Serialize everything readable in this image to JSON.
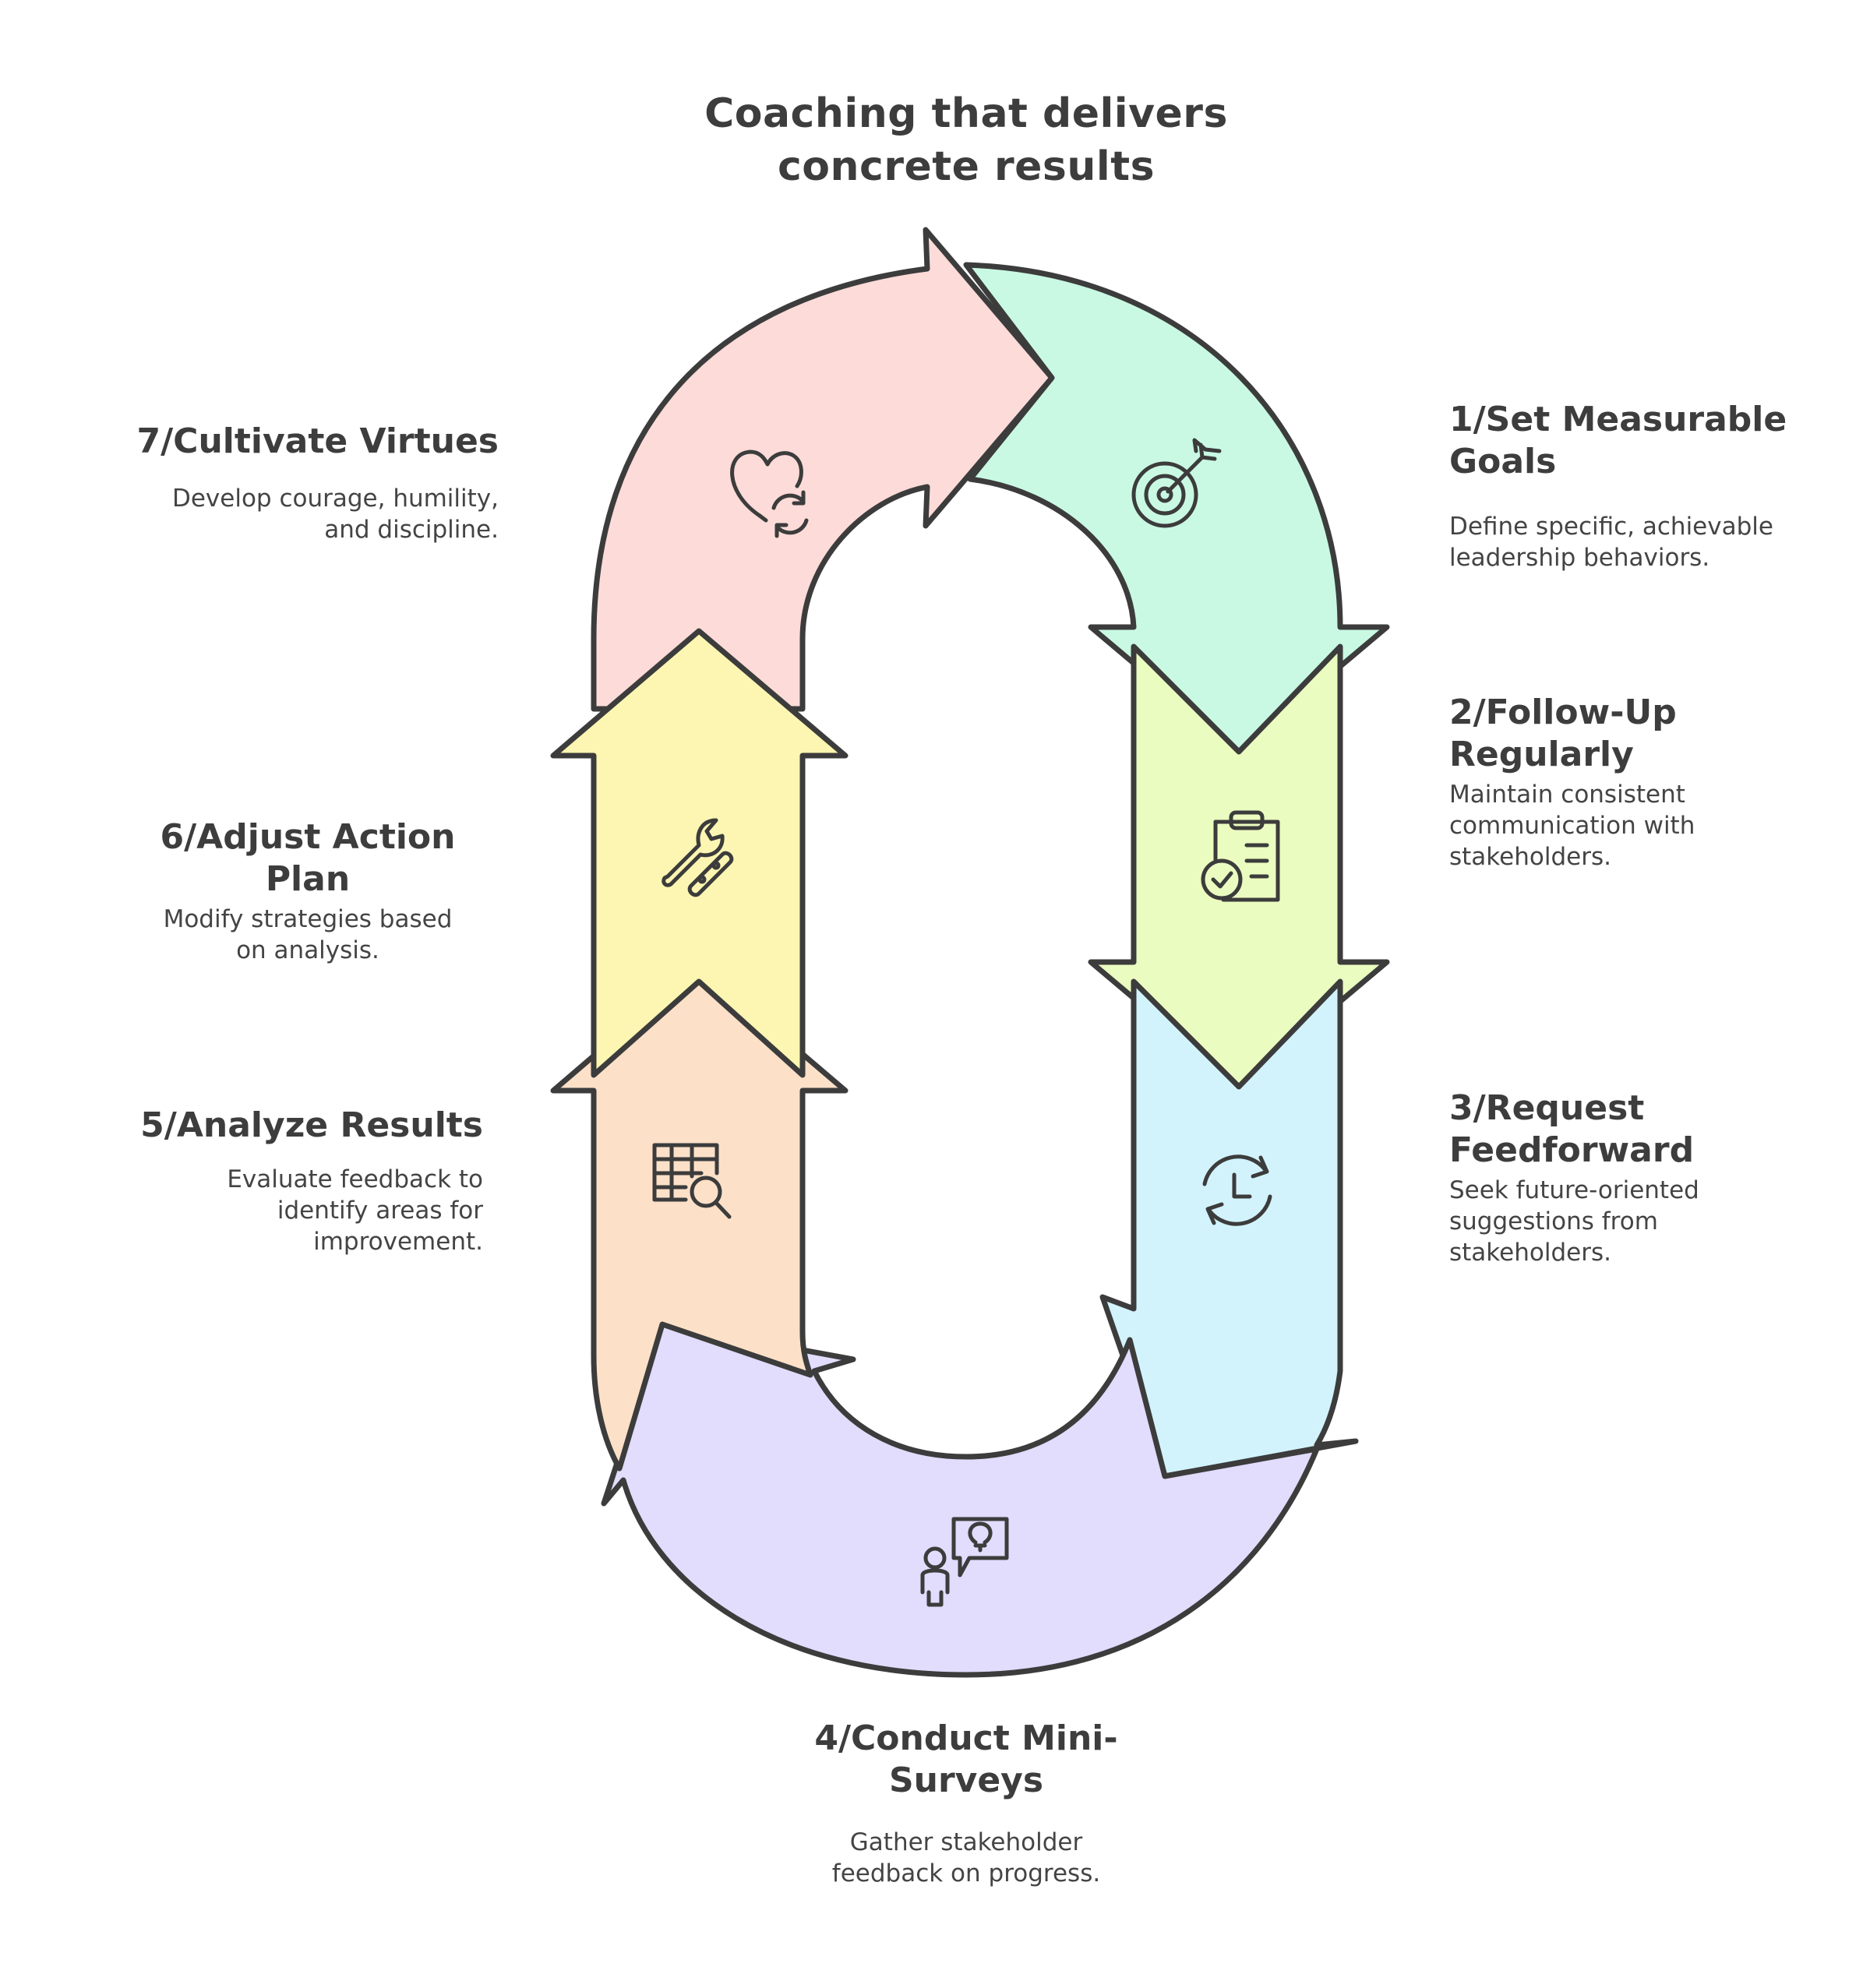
{
  "title": {
    "line1": "Coaching that delivers",
    "line2": "concrete results"
  },
  "steps": [
    {
      "title_lines": [
        "1/Set Measurable",
        "Goals"
      ],
      "desc_lines": [
        "Define specific, achievable",
        "leadership behaviors."
      ],
      "icon": "target-icon",
      "color": "#c9f9e3"
    },
    {
      "title_lines": [
        "2/Follow-Up",
        "Regularly"
      ],
      "desc_lines": [
        "Maintain consistent",
        "communication with",
        "stakeholders."
      ],
      "icon": "clipboard-check-icon",
      "color": "#ebfcc0"
    },
    {
      "title_lines": [
        "3/Request",
        "Feedforward"
      ],
      "desc_lines": [
        "Seek future-oriented",
        "suggestions from",
        "stakeholders."
      ],
      "icon": "clock-refresh-icon",
      "color": "#d2f3fc"
    },
    {
      "title_lines": [
        "4/Conduct Mini-",
        "Surveys"
      ],
      "desc_lines": [
        "Gather stakeholder",
        "feedback on progress."
      ],
      "icon": "person-idea-icon",
      "color": "#e2dcfd"
    },
    {
      "title_lines": [
        "5/Analyze Results"
      ],
      "desc_lines": [
        "Evaluate feedback to",
        "identify areas for",
        "improvement."
      ],
      "icon": "table-search-icon",
      "color": "#fde0c8"
    },
    {
      "title_lines": [
        "6/Adjust Action",
        "Plan"
      ],
      "desc_lines": [
        "Modify strategies based",
        "on analysis."
      ],
      "icon": "tools-icon",
      "color": "#fdf6b2"
    },
    {
      "title_lines": [
        "7/Cultivate Virtues"
      ],
      "desc_lines": [
        "Develop courage, humility,",
        "and discipline."
      ],
      "icon": "heart-refresh-icon",
      "color": "#fddbd8"
    }
  ]
}
